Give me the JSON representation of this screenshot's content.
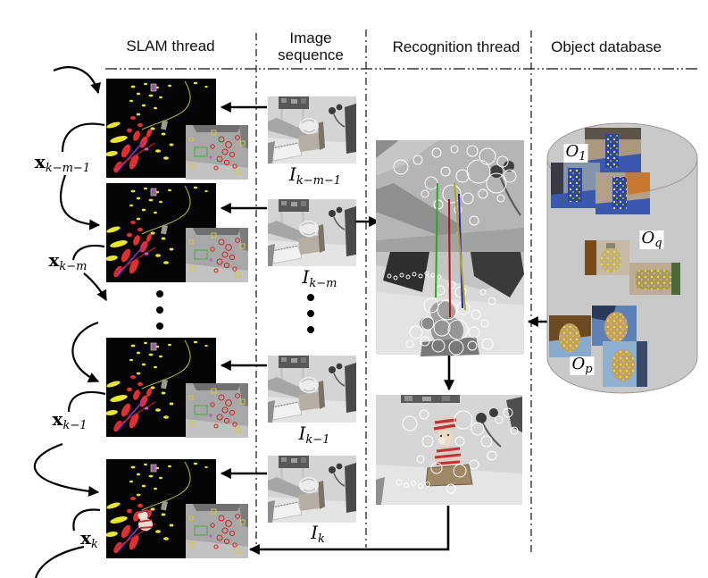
{
  "figure": {
    "headers": {
      "slam": "SLAM thread",
      "image_line1": "Image",
      "image_line2": "sequence",
      "recognition": "Recognition thread",
      "database": "Object database"
    },
    "slam_states": [
      {
        "main": "x",
        "sub": "k−m−1"
      },
      {
        "main": "x",
        "sub": "k−m"
      },
      {
        "main": "x",
        "sub": "k−1"
      },
      {
        "main": "x",
        "sub": "k"
      }
    ],
    "frames": [
      {
        "main": "I",
        "sub": "k−m−1"
      },
      {
        "main": "I",
        "sub": "k−m"
      },
      {
        "main": "I",
        "sub": "k−1"
      },
      {
        "main": "I",
        "sub": "k"
      }
    ],
    "db_objects": [
      {
        "main": "O",
        "sub": "1"
      },
      {
        "main": "O",
        "sub": "q"
      },
      {
        "main": "O",
        "sub": "p"
      }
    ],
    "colors": {
      "match_line_green": "#22aa22",
      "match_line_red": "#aa1111",
      "match_line_blue": "#2222bb",
      "match_line_yellow": "#a8a820",
      "landmark_yellow": "#e6e630",
      "landmark_red": "#e03030",
      "database_fill": "#c9c9c9"
    }
  }
}
